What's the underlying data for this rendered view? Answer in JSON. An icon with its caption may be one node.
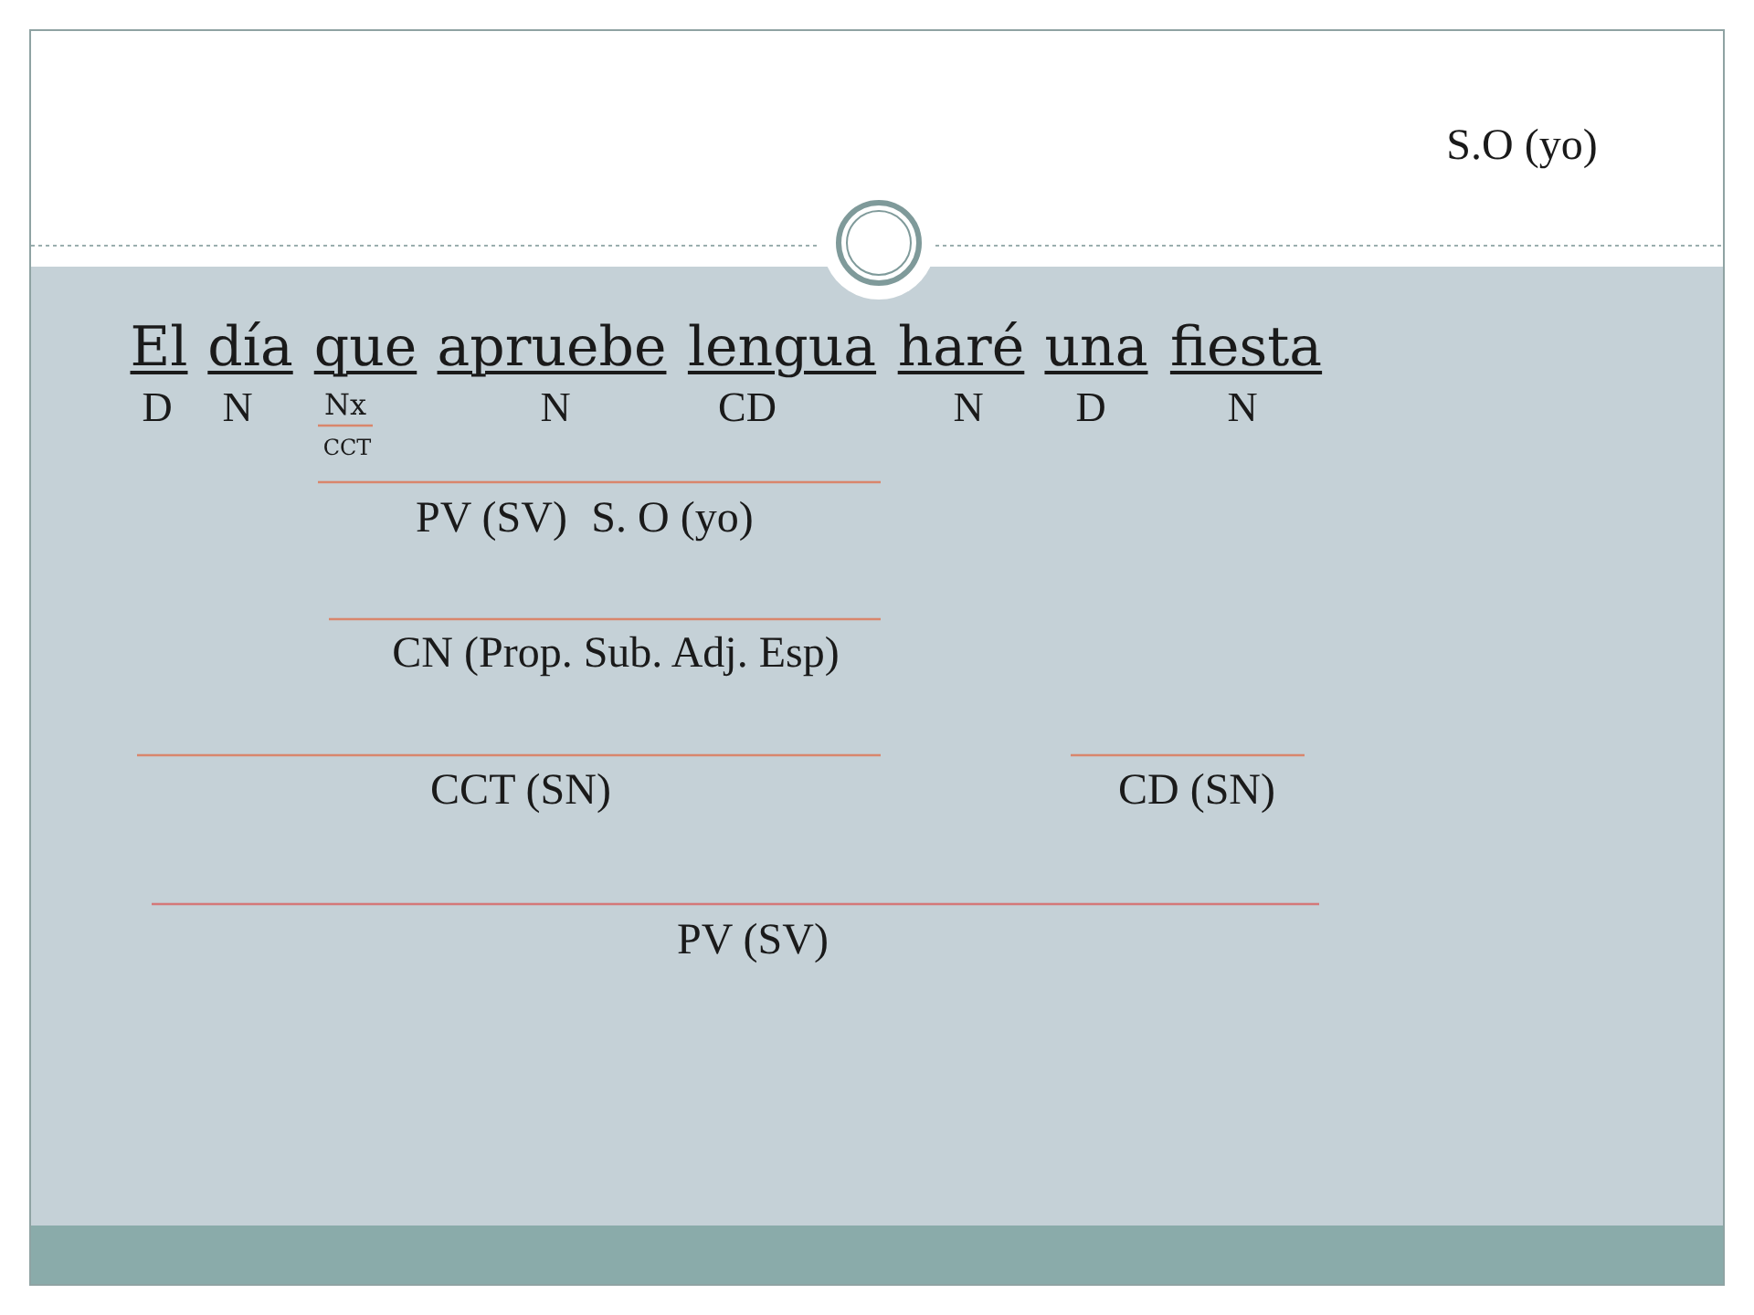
{
  "diagram": {
    "labels": [
      "S.O (yo)",
      "El",
      "día",
      "que",
      "apruebe",
      "lengua",
      "haré",
      "una",
      "fiesta",
      "D",
      "N",
      "Nx",
      "N",
      "CD",
      "N",
      "D",
      "N",
      "CCT",
      "PV (SV)",
      "S. O (yo)",
      "CN (Prop. Sub. Adj. Esp)",
      "CCT (SN)",
      "CD (SN)",
      "PV (SV)"
    ]
  }
}
